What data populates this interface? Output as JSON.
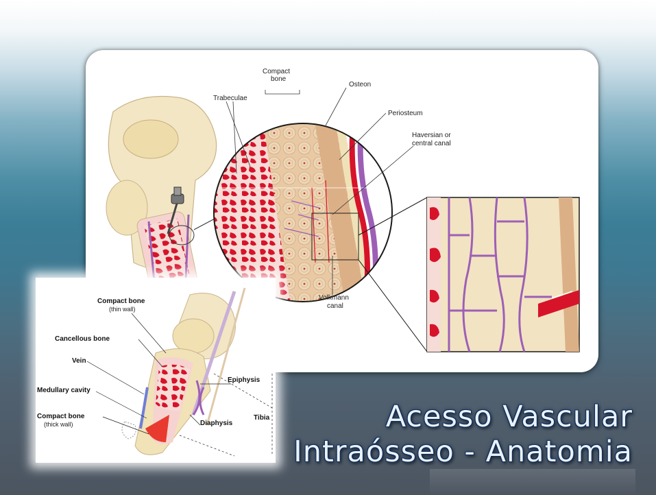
{
  "main_figure": {
    "labels": {
      "compact_bone_line1": "Compact",
      "compact_bone_line2": "bone",
      "osteon": "Osteon",
      "trabeculae": "Trabeculae",
      "periosteum": "Periosteum",
      "haversian_line1": "Haversian or",
      "haversian_line2": "central canal",
      "volkmann_line1": "Volkmann",
      "volkmann_line2": "canal"
    }
  },
  "inset_figure": {
    "labels": {
      "compact_bone_thin": "Compact bone",
      "thin_wall": "(thin wall)",
      "cancellous_bone": "Cancellous bone",
      "vein": "Vein",
      "medullary_cavity": "Medullary cavity",
      "compact_bone_thick": "Compact bone",
      "thick_wall": "(thick wall)",
      "epiphysis": "Epiphysis",
      "diaphysis": "Diaphysis",
      "tibia": "Tibia"
    }
  },
  "title": {
    "line1": "Acesso Vascular",
    "line2": "Intraósseo - Anatomia"
  },
  "colors": {
    "bone_beige": "#f0e2b8",
    "marrow_red": "#d7132a",
    "vessel_purple": "#9d5fb6",
    "title_fill": "#eaf1f8",
    "title_outline": "#0e2c57"
  }
}
